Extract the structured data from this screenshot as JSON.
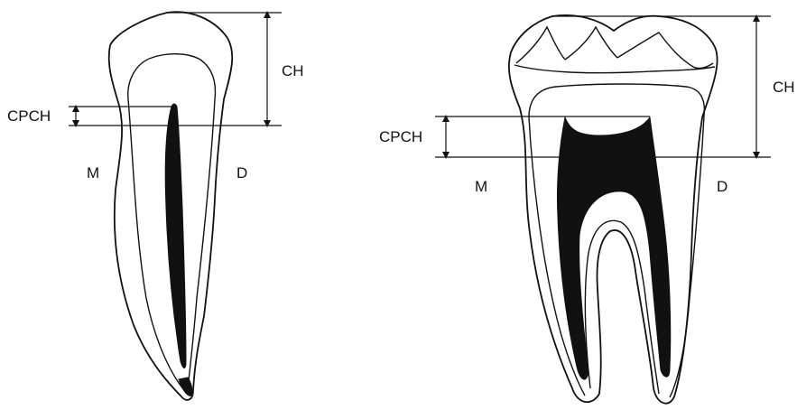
{
  "figure": {
    "left_tooth": {
      "crown_height_label": "CH",
      "pulp_chamber_height_label": "CPCH",
      "mesial_label": "M",
      "distal_label": "D"
    },
    "right_tooth": {
      "crown_height_label": "CH",
      "pulp_chamber_height_label": "CPCH",
      "mesial_label": "M",
      "distal_label": "D"
    },
    "colors": {
      "ink": "#111111",
      "background": "#ffffff"
    }
  }
}
